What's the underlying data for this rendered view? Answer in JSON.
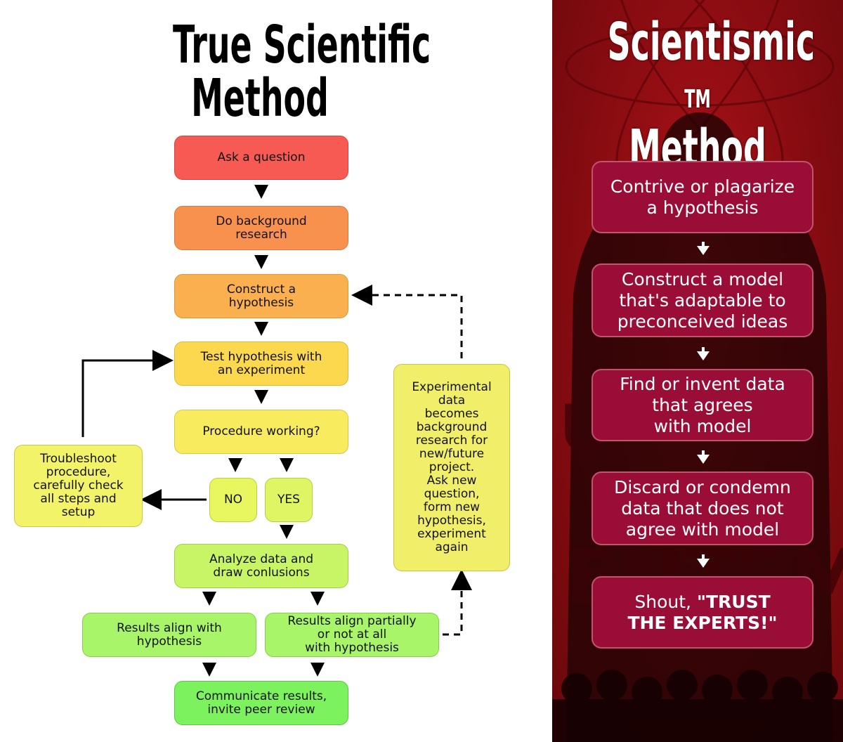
{
  "left": {
    "title_line1": "True Scientific",
    "title_line2": "Method",
    "steps": {
      "ask": "Ask a question",
      "research": "Do background\nresearch",
      "hypothesis": "Construct a\nhypothesis",
      "test": "Test hypothesis with\nan experiment",
      "procedure": "Procedure working?",
      "troubleshoot": "Troubleshoot\nprocedure,\ncarefully check\nall steps and\nsetup",
      "no": "NO",
      "yes": "YES",
      "analyze": "Analyze data and\ndraw conlusions",
      "align": "Results align with\nhypothesis",
      "partial": "Results align partially\nor not at all\nwith hypothesis",
      "communicate": "Communicate results,\ninvite peer review",
      "experimental": "Experimental\ndata\nbecomes\nbackground\nresearch for\nnew/future\nproject.\nAsk new\nquestion,\nform new\nhypothesis,\nexperiment\nagain"
    }
  },
  "right": {
    "title_line1": "Scientismic",
    "title_tm": "TM",
    "title_line2": "Method",
    "steps": [
      "Contrive or plagarize\na hypothesis",
      "Construct a model\nthat's adaptable to\npreconceived ideas",
      "Find or invent data\nthat agrees\nwith model",
      "Discard or condemn\ndata that does not\nagree with model"
    ],
    "shout_prefix": "Shout, ",
    "shout_bold": "\"TRUST\nTHE EXPERTS!\""
  },
  "colors": {
    "red_box": "#f65a52",
    "orange_box": "#f9914e",
    "orange_light": "#fab04e",
    "yellow_box": "#fbd84e",
    "yellow_light": "#f8ec5e",
    "lime_box": "#e0f564",
    "green_box": "#a8f56a",
    "green_bright": "#7cf25e",
    "right_bg": "#8e0d12",
    "right_box": "#9a0d37"
  }
}
